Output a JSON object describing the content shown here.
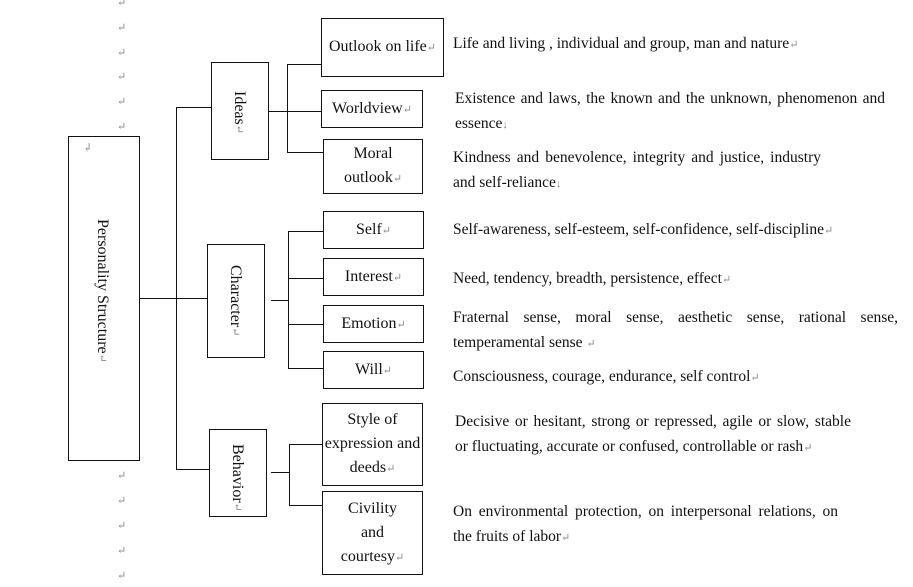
{
  "root": {
    "label": "Personality Structure"
  },
  "categories": [
    {
      "label": "Ideas",
      "items": [
        {
          "label": "Outlook on life",
          "description": "Life and living , individual and group, man and nature"
        },
        {
          "label": "Worldview",
          "description": "Existence and laws, the known and the unknown, phenomenon and essence"
        },
        {
          "label": "Moral outlook",
          "description": "Kindness and benevolence, integrity and justice, industry and self-reliance"
        }
      ]
    },
    {
      "label": "Character",
      "items": [
        {
          "label": "Self",
          "description": "Self-awareness, self-esteem, self-confidence, self-discipline"
        },
        {
          "label": "Interest",
          "description": "Need, tendency, breadth, persistence, effect"
        },
        {
          "label": "Emotion",
          "description": "Fraternal sense, moral sense, aesthetic sense, rational sense, temperamental sense"
        },
        {
          "label": "Will",
          "description": "Consciousness, courage, endurance, self control"
        }
      ]
    },
    {
      "label": "Behavior",
      "items": [
        {
          "label": "Style of expression and deeds",
          "description": "Decisive or hesitant, strong or repressed, agile or slow, stable or fluctuating, accurate or confused, controllable or rash"
        },
        {
          "label": "Civility and courtesy",
          "description": "On environmental protection, on interpersonal relations, on the fruits of labor"
        }
      ]
    }
  ],
  "marks": {
    "paragraph": "↵",
    "line_break": "↓",
    "anchor": "↲"
  }
}
